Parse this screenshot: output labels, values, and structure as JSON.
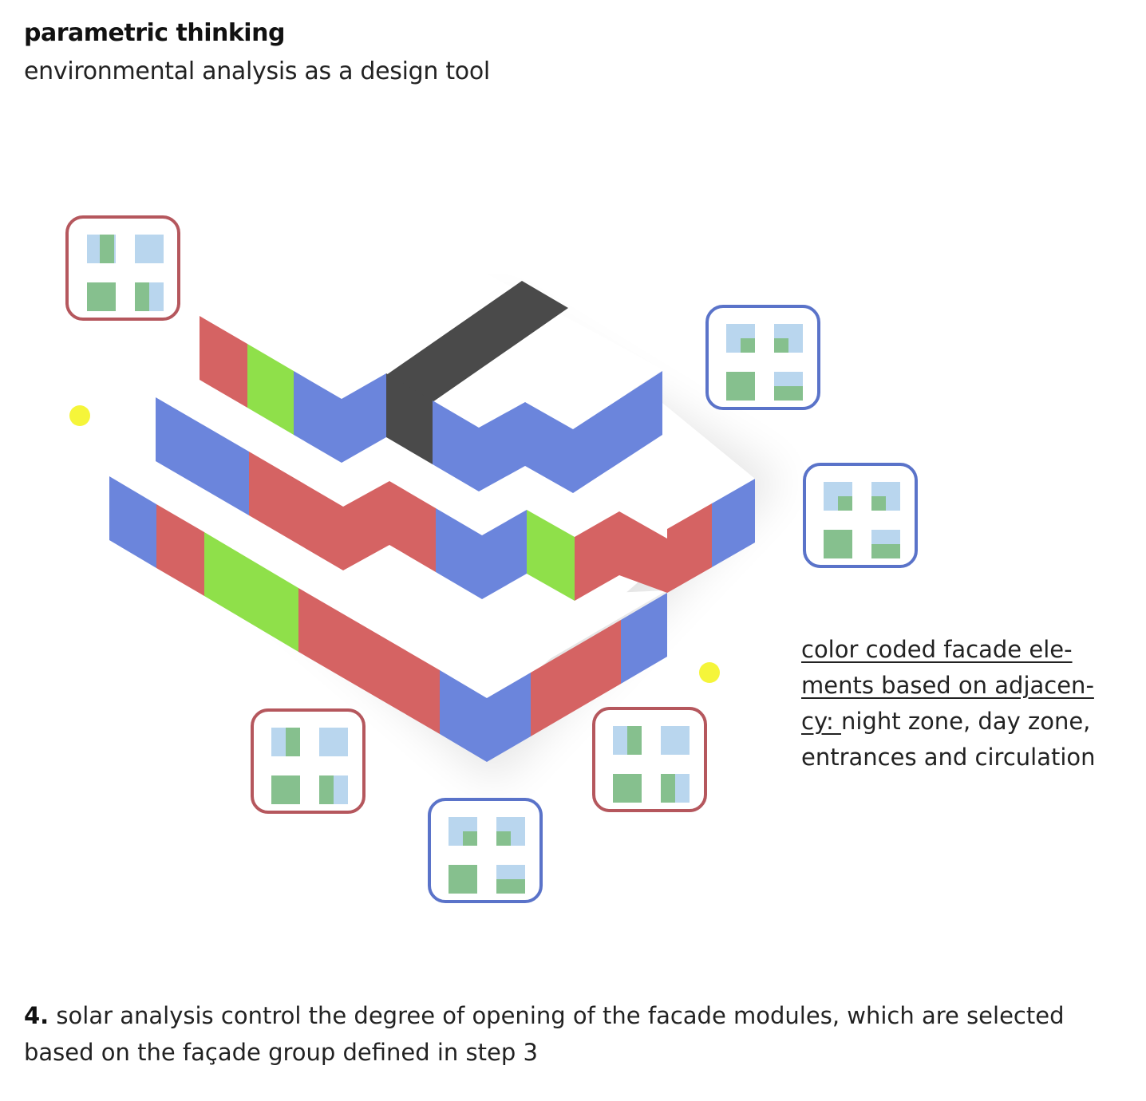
{
  "header": {
    "title": "parametric thinking",
    "subtitle": "environmental analysis as a design tool"
  },
  "annotation": {
    "underlined": "color coded facade elements based on adjacency:",
    "line1": "color coded facade ele-",
    "line2": "ments based on adjacen-",
    "line3_u": "cy: ",
    "line3_rest": "night zone, day zone,",
    "line4": "entrances and circulation"
  },
  "caption": {
    "step_number": "4.",
    "text": " solar analysis control the degree of opening of the facade modules, which are selected based on the façade group defined in step 3"
  },
  "colors": {
    "night_zone": "#d56363",
    "day_zone": "#8fe04a",
    "circulation": "#6b85dc",
    "core": "#4a4a4a",
    "window_glass": "#b9d6ee",
    "window_panel": "#86c08e",
    "box_red": "#b5575d",
    "box_blue": "#5a73c9",
    "sun": "#f5f53a"
  },
  "legend_icons": [
    "facade-module-red",
    "facade-module-blue"
  ]
}
